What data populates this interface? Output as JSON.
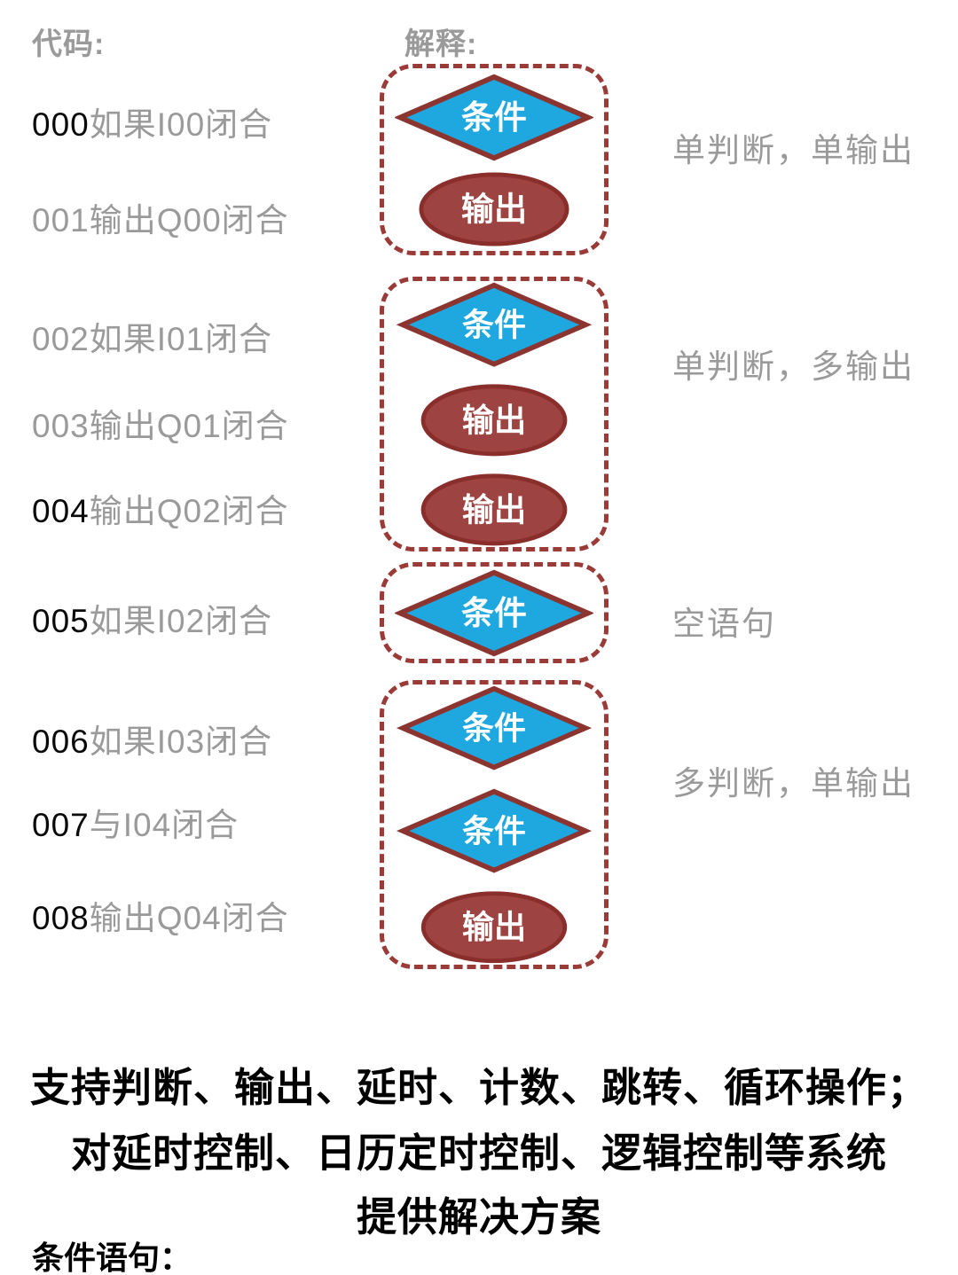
{
  "header": {
    "code_label": "代码:",
    "explain_label": "解释:"
  },
  "code_lines": [
    {
      "num": "000",
      "text": "如果I00闭合"
    },
    {
      "num": "001",
      "text": "输出Q00闭合"
    },
    {
      "num": "002",
      "text": "如果I01闭合"
    },
    {
      "num": "003",
      "text": "输出Q01闭合"
    },
    {
      "num": "004",
      "text": "输出Q02闭合"
    },
    {
      "num": "005",
      "text": "如果I02闭合"
    },
    {
      "num": "006",
      "text": "如果I03闭合"
    },
    {
      "num": "007",
      "text": "与I04闭合"
    },
    {
      "num": "008",
      "text": "输出Q04闭合"
    }
  ],
  "groups": [
    {
      "label": "单判断，单输出",
      "shapes": [
        {
          "type": "diamond",
          "text": "条件"
        },
        {
          "type": "ellipse",
          "text": "输出"
        }
      ]
    },
    {
      "label": "单判断，多输出",
      "shapes": [
        {
          "type": "diamond",
          "text": "条件"
        },
        {
          "type": "ellipse",
          "text": "输出"
        },
        {
          "type": "ellipse",
          "text": "输出"
        }
      ]
    },
    {
      "label": "空语句",
      "shapes": [
        {
          "type": "diamond",
          "text": "条件"
        }
      ]
    },
    {
      "label": "多判断，单输出",
      "shapes": [
        {
          "type": "diamond",
          "text": "条件"
        },
        {
          "type": "diamond",
          "text": "条件"
        },
        {
          "type": "ellipse",
          "text": "输出"
        }
      ]
    }
  ],
  "footer": {
    "lines": [
      "支持判断、输出、延时、计数、跳转、循环操作；",
      "对延时控制、日历定时控制、逻辑控制等系统",
      "提供解决方案"
    ],
    "section_label": "条件语句："
  },
  "colors": {
    "diamond_fill": "#1fa8e0",
    "diamond_stroke": "#8c3430",
    "ellipse_fill": "#9d4341",
    "ellipse_stroke": "#8a2e2c",
    "dashed_box": "#9a3b38",
    "gray_text": "#9a9a9a",
    "black_text": "#000000"
  }
}
